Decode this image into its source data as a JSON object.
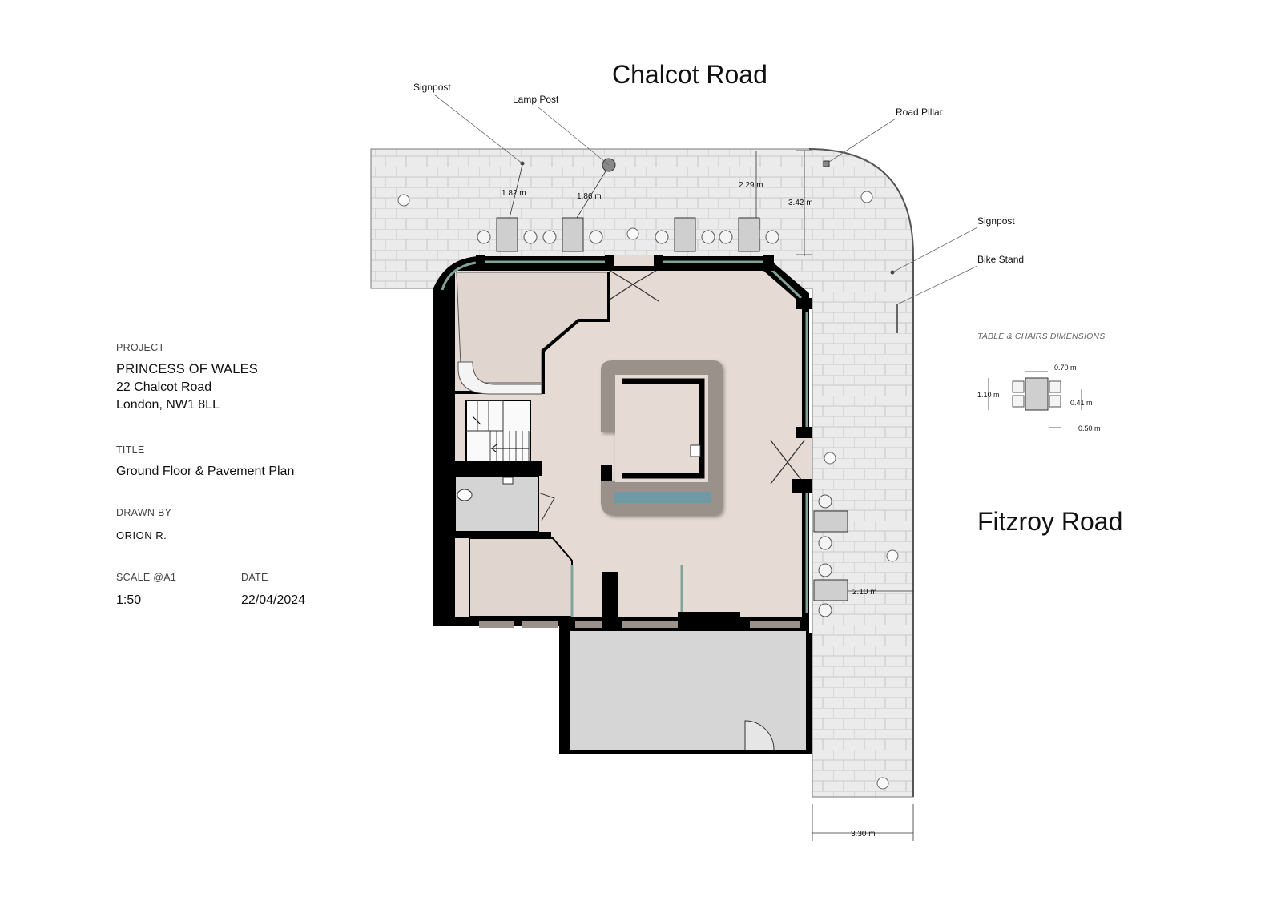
{
  "streets": {
    "north": "Chalcot Road",
    "east": "Fitzroy Road"
  },
  "callouts": {
    "signpost_north": "Signpost",
    "lamp_post": "Lamp Post",
    "road_pillar": "Road Pillar",
    "signpost_east": "Signpost",
    "bike_stand": "Bike Stand"
  },
  "dimensions": {
    "d1": "1.82 m",
    "d2": "1.86 m",
    "d3": "2.29 m",
    "d4": "3.42 m",
    "d5": "2.10 m",
    "d6": "3.30 m"
  },
  "table_chairs": {
    "title": "TABLE & CHAIRS DIMENSIONS",
    "width": "0.70 m",
    "height": "1.10 m",
    "chair_depth": "0.41 m",
    "chair_width": "0.50 m"
  },
  "title_block": {
    "project_label": "PROJECT",
    "project_name": "PRINCESS OF WALES",
    "address_line1": "22 Chalcot Road",
    "address_line2": "London, NW1 8LL",
    "title_label": "TITLE",
    "title_value": "Ground Floor & Pavement Plan",
    "drawn_by_label": "DRAWN BY",
    "drawn_by_value": "ORION R.",
    "scale_label": "SCALE @A1",
    "scale_value": "1:50",
    "date_label": "DATE",
    "date_value": "22/04/2024"
  },
  "colors": {
    "pavement": "#e9e9e9",
    "paving_lines": "#b7b7b7",
    "floor": "#e6dbd4",
    "bar": "#9a918b",
    "wall": "#000000",
    "window": "#cfe2dc",
    "bar_counter_accent": "#6e9aa6",
    "cellar": "#d6d6d6"
  }
}
